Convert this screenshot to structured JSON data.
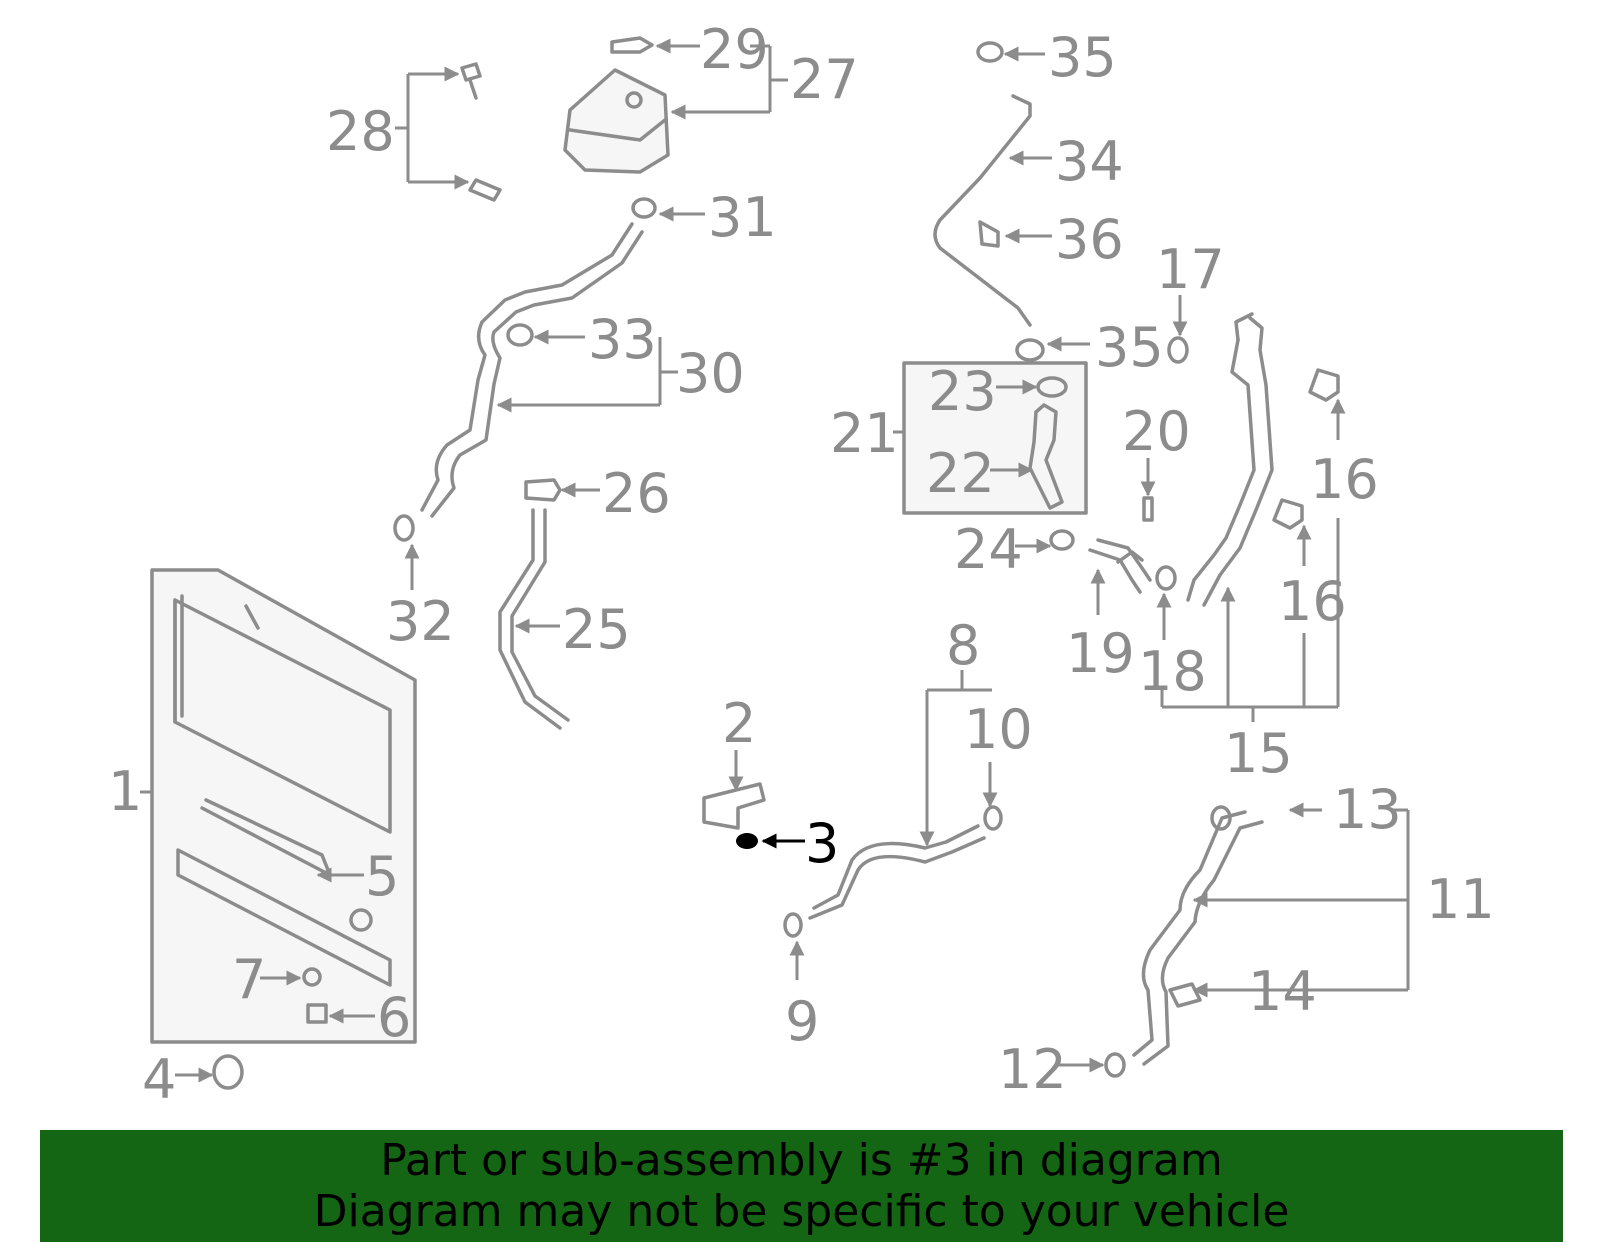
{
  "callouts": {
    "c1": "1",
    "c2": "2",
    "c3": "3",
    "c4": "4",
    "c5": "5",
    "c6": "6",
    "c7": "7",
    "c8": "8",
    "c9": "9",
    "c10": "10",
    "c11": "11",
    "c12": "12",
    "c13": "13",
    "c14": "14",
    "c15": "15",
    "c16a": "16",
    "c16b": "16",
    "c17": "17",
    "c18": "18",
    "c19": "19",
    "c20": "20",
    "c21": "21",
    "c22": "22",
    "c23": "23",
    "c24": "24",
    "c25": "25",
    "c26": "26",
    "c27": "27",
    "c28": "28",
    "c29": "29",
    "c30": "30",
    "c31": "31",
    "c32": "32",
    "c33": "33",
    "c34": "34",
    "c35a": "35",
    "c35b": "35",
    "c36": "36"
  },
  "highlighted_part": "3",
  "colors": {
    "line": "#8c8c8c",
    "highlight": "#000000",
    "banner": "#146614"
  },
  "banner": {
    "line1": "Part or sub-assembly is #3 in diagram",
    "line2": "Diagram may not be specific to your vehicle"
  }
}
